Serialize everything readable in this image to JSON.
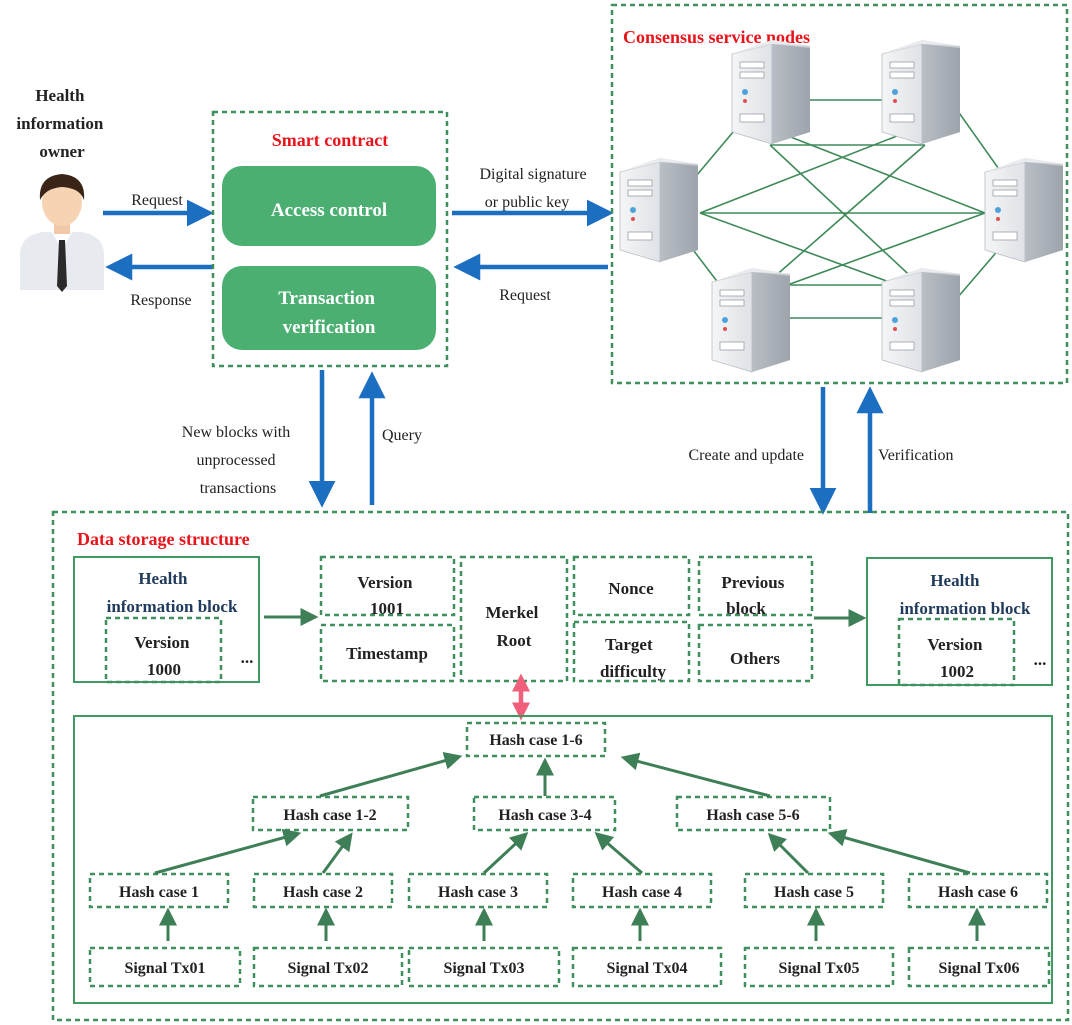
{
  "owner": {
    "label_lines": [
      "Health",
      "information",
      "owner"
    ]
  },
  "flows": {
    "request_to_contract": "Request",
    "response_to_owner": "Response",
    "to_consensus_lines": [
      "Digital signature",
      "or public key"
    ],
    "request_from_consensus": "Request",
    "new_blocks_lines": [
      "New blocks with",
      "unprocessed",
      "transactions"
    ],
    "query": "Query",
    "create_update": "Create and update",
    "verification": "Verification"
  },
  "smart_contract": {
    "title": "Smart contract",
    "access_control": "Access control",
    "tx_verification_lines": [
      "Transaction",
      "verification"
    ]
  },
  "consensus": {
    "title": "Consensus service nodes"
  },
  "storage": {
    "title": "Data storage structure",
    "block_left": {
      "title_lines": [
        "Health",
        "information block"
      ],
      "version_lines": [
        "Version",
        "1000"
      ],
      "more": "..."
    },
    "block_right": {
      "title_lines": [
        "Health",
        "information block"
      ],
      "version_lines": [
        "Version",
        "1002"
      ],
      "more": "..."
    },
    "header": {
      "version_lines": [
        "Version",
        "1001"
      ],
      "timestamp": "Timestamp",
      "merkel_lines": [
        "Merkel",
        "Root"
      ],
      "nonce": "Nonce",
      "target_lines": [
        "Target",
        "difficulty"
      ],
      "previous_lines": [
        "Previous",
        "block"
      ],
      "others": "Others"
    },
    "tree": {
      "root": "Hash case 1-6",
      "level2": [
        "Hash case 1-2",
        "Hash case 3-4",
        "Hash case 5-6"
      ],
      "level1": [
        "Hash case 1",
        "Hash case 2",
        "Hash case 3",
        "Hash case 4",
        "Hash case 5",
        "Hash case 6"
      ],
      "leaves": [
        "Signal Tx01",
        "Signal Tx02",
        "Signal Tx03",
        "Signal Tx04",
        "Signal Tx05",
        "Signal Tx06"
      ]
    }
  },
  "colors": {
    "accent_red": "#e8141b",
    "green": "#4caf72",
    "blue": "#1c6fc0",
    "pink": "#f0607a"
  }
}
